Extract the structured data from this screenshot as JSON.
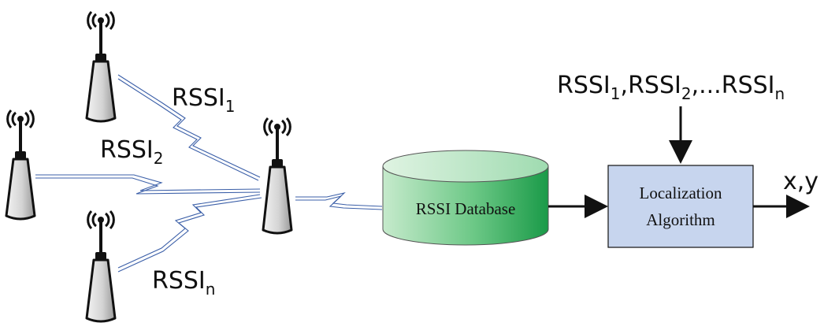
{
  "labels": {
    "rssi_base": "RSSI",
    "sub_1": "1",
    "sub_2": "2",
    "sub_n": "n",
    "comma": ",",
    "ellipsis": ",...",
    "output": "x,y"
  },
  "database": {
    "label": "RSSI Database"
  },
  "algorithm": {
    "line1": "Localization",
    "line2": "Algorithm"
  },
  "icons": [
    "antenna-tower-icon",
    "radio-waves-icon",
    "lightning-link-icon",
    "cylinder-database-icon",
    "arrow-icon"
  ],
  "colors": {
    "link": "#3b5fa8",
    "db_light": "#cfeedd",
    "db_dark": "#1a9a48",
    "algo_fill": "#c7d5ee",
    "stroke": "#111111"
  }
}
